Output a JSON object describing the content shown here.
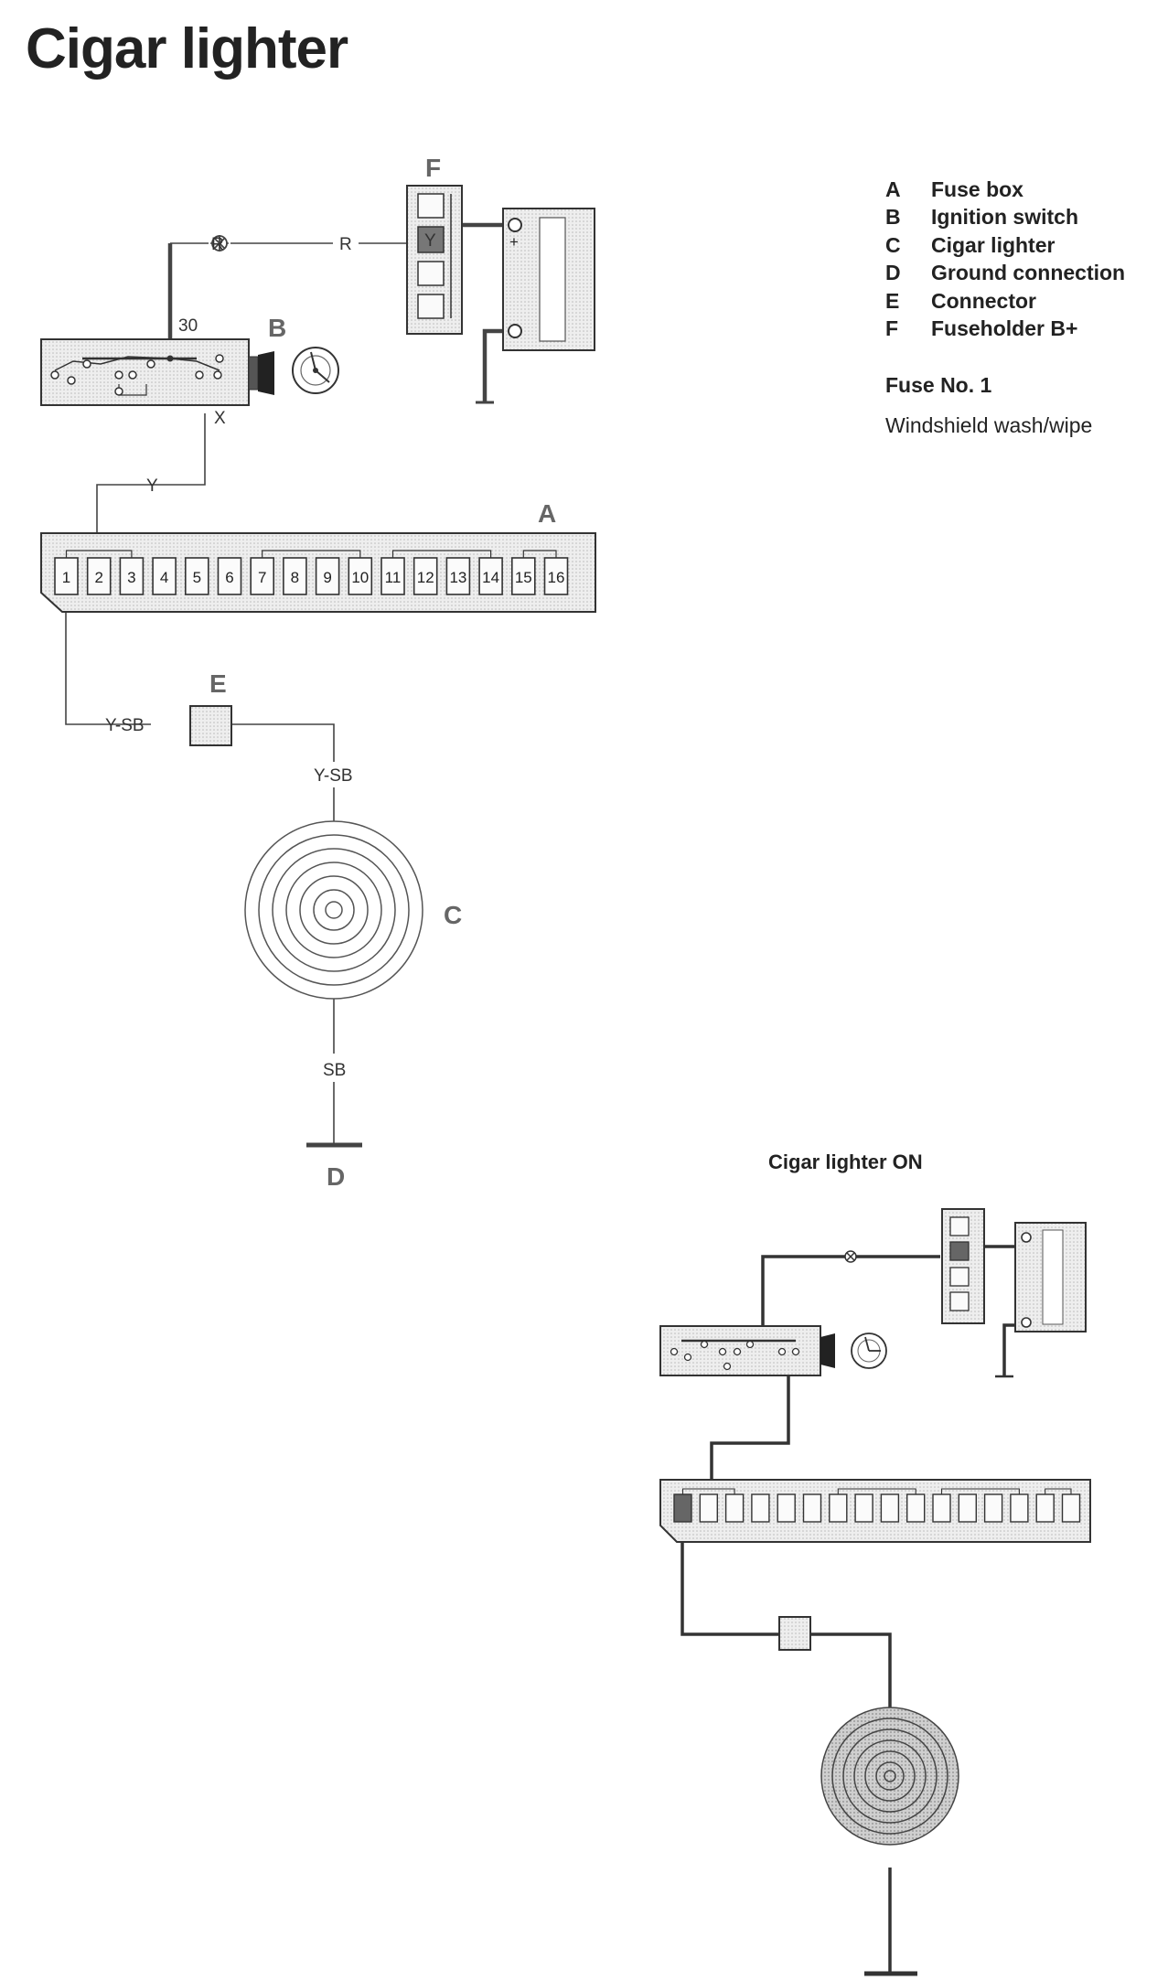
{
  "title": "Cigar lighter",
  "legend": [
    {
      "key": "A",
      "text": "Fuse box"
    },
    {
      "key": "B",
      "text": "Ignition switch"
    },
    {
      "key": "C",
      "text": "Cigar lighter"
    },
    {
      "key": "D",
      "text": "Ground connection"
    },
    {
      "key": "E",
      "text": "Connector"
    },
    {
      "key": "F",
      "text": "Fuseholder B+"
    }
  ],
  "fuse_note": {
    "title": "Fuse No. 1",
    "description": "Windshield wash/wipe"
  },
  "on_diagram_title": "Cigar lighter ON",
  "component_labels": {
    "A": "A",
    "B": "B",
    "C": "C",
    "D": "D",
    "E": "E",
    "F": "F"
  },
  "wire_labels": {
    "r_left": "R",
    "r_right": "R",
    "terminal_30": "30",
    "terminal_x": "X",
    "y": "Y",
    "fuse_y": "Y",
    "y_sb_left": "Y-SB",
    "y_sb_right": "Y-SB",
    "sb": "SB"
  },
  "fuse_numbers": [
    "1",
    "2",
    "3",
    "4",
    "5",
    "6",
    "7",
    "8",
    "9",
    "10",
    "11",
    "12",
    "13",
    "14",
    "15",
    "16"
  ],
  "colors": {
    "line": "#333333",
    "fill": "#e6e6e6",
    "dark": "#555555",
    "active": "#777777"
  }
}
